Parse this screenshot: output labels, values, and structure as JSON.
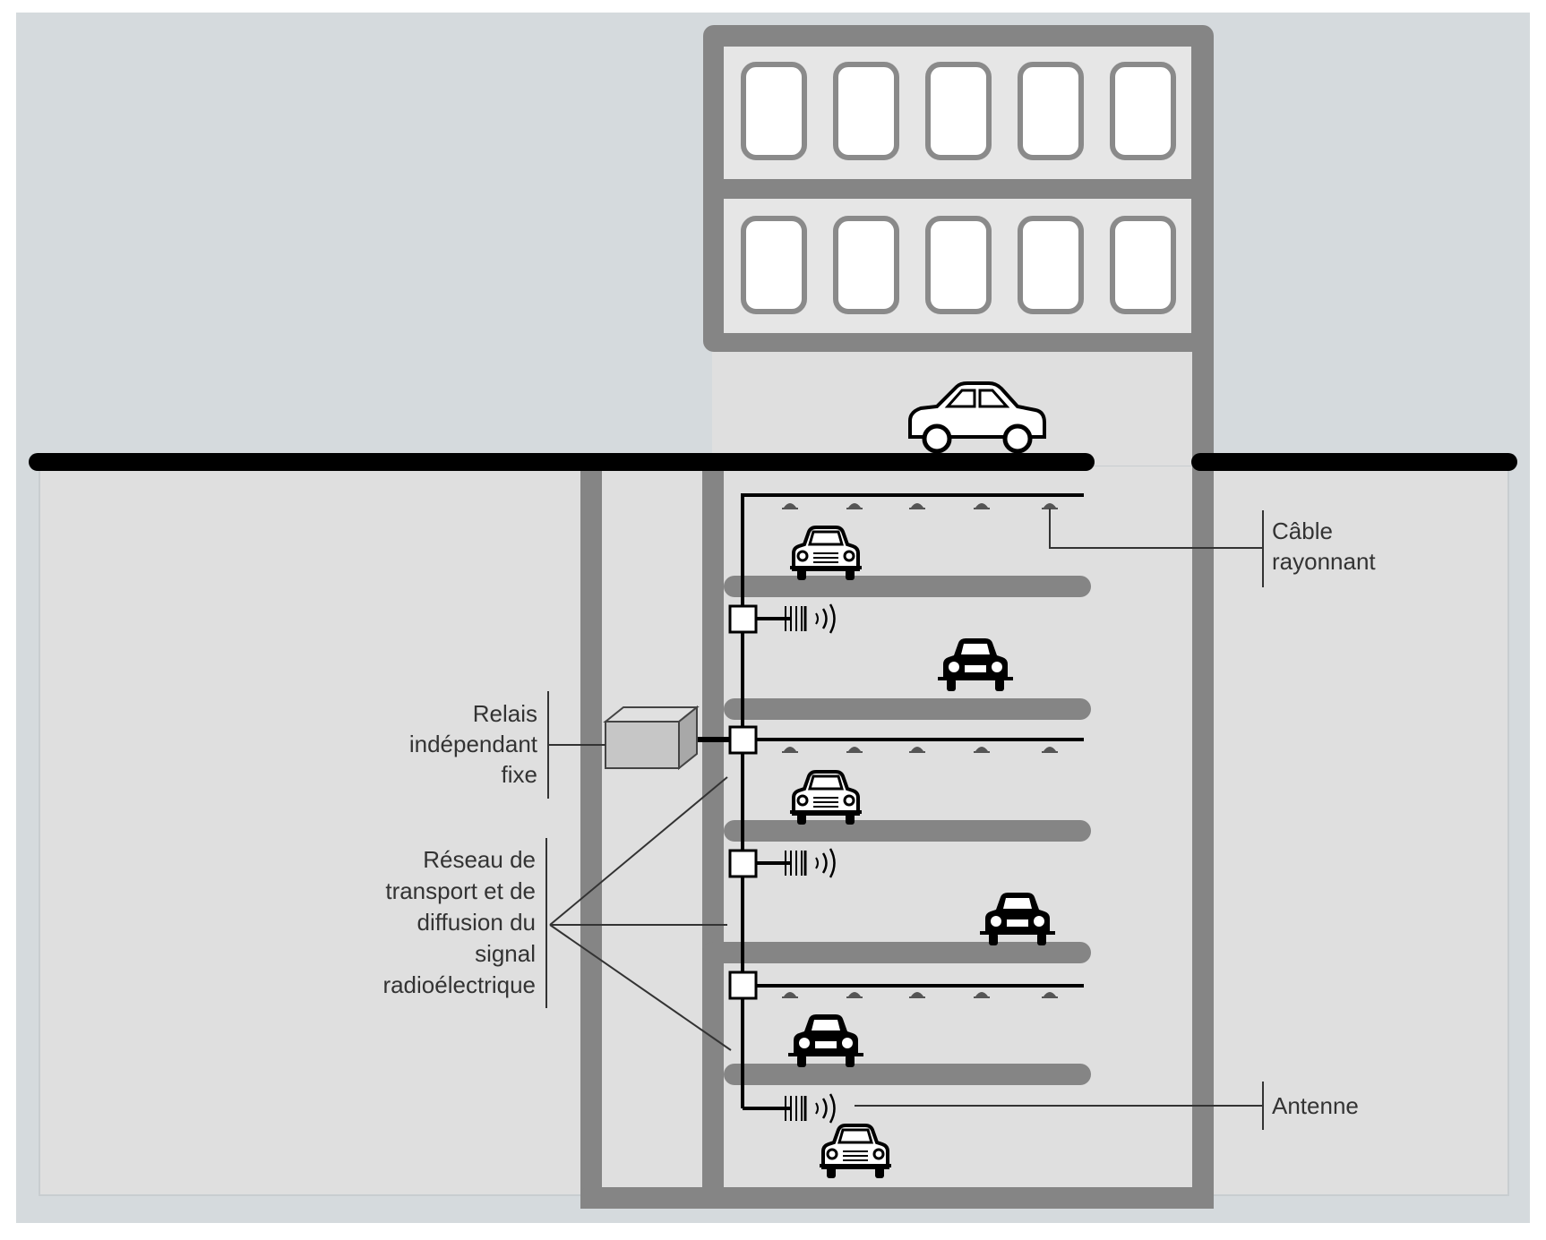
{
  "diagram": {
    "labels": {
      "cable_rayonnant": [
        "Câble",
        "rayonnant"
      ],
      "relais": [
        "Relais",
        "indépendant",
        "fixe"
      ],
      "reseau": [
        "Réseau de",
        "transport et de",
        "diffusion du",
        "signal",
        "radioélectrique"
      ],
      "antenne": "Antenne"
    },
    "colors": {
      "sky": "#d5dadd",
      "ground": "#dfdfdf",
      "structure": "#858585",
      "road": "#000000",
      "window_fill": "#ffffff",
      "relay_box": "#c6c6c6"
    },
    "icons": [
      "car-icon",
      "antenna-icon",
      "radiating-cable-icon",
      "relay-box-icon",
      "splitter-node-icon",
      "building-window-icon"
    ]
  }
}
